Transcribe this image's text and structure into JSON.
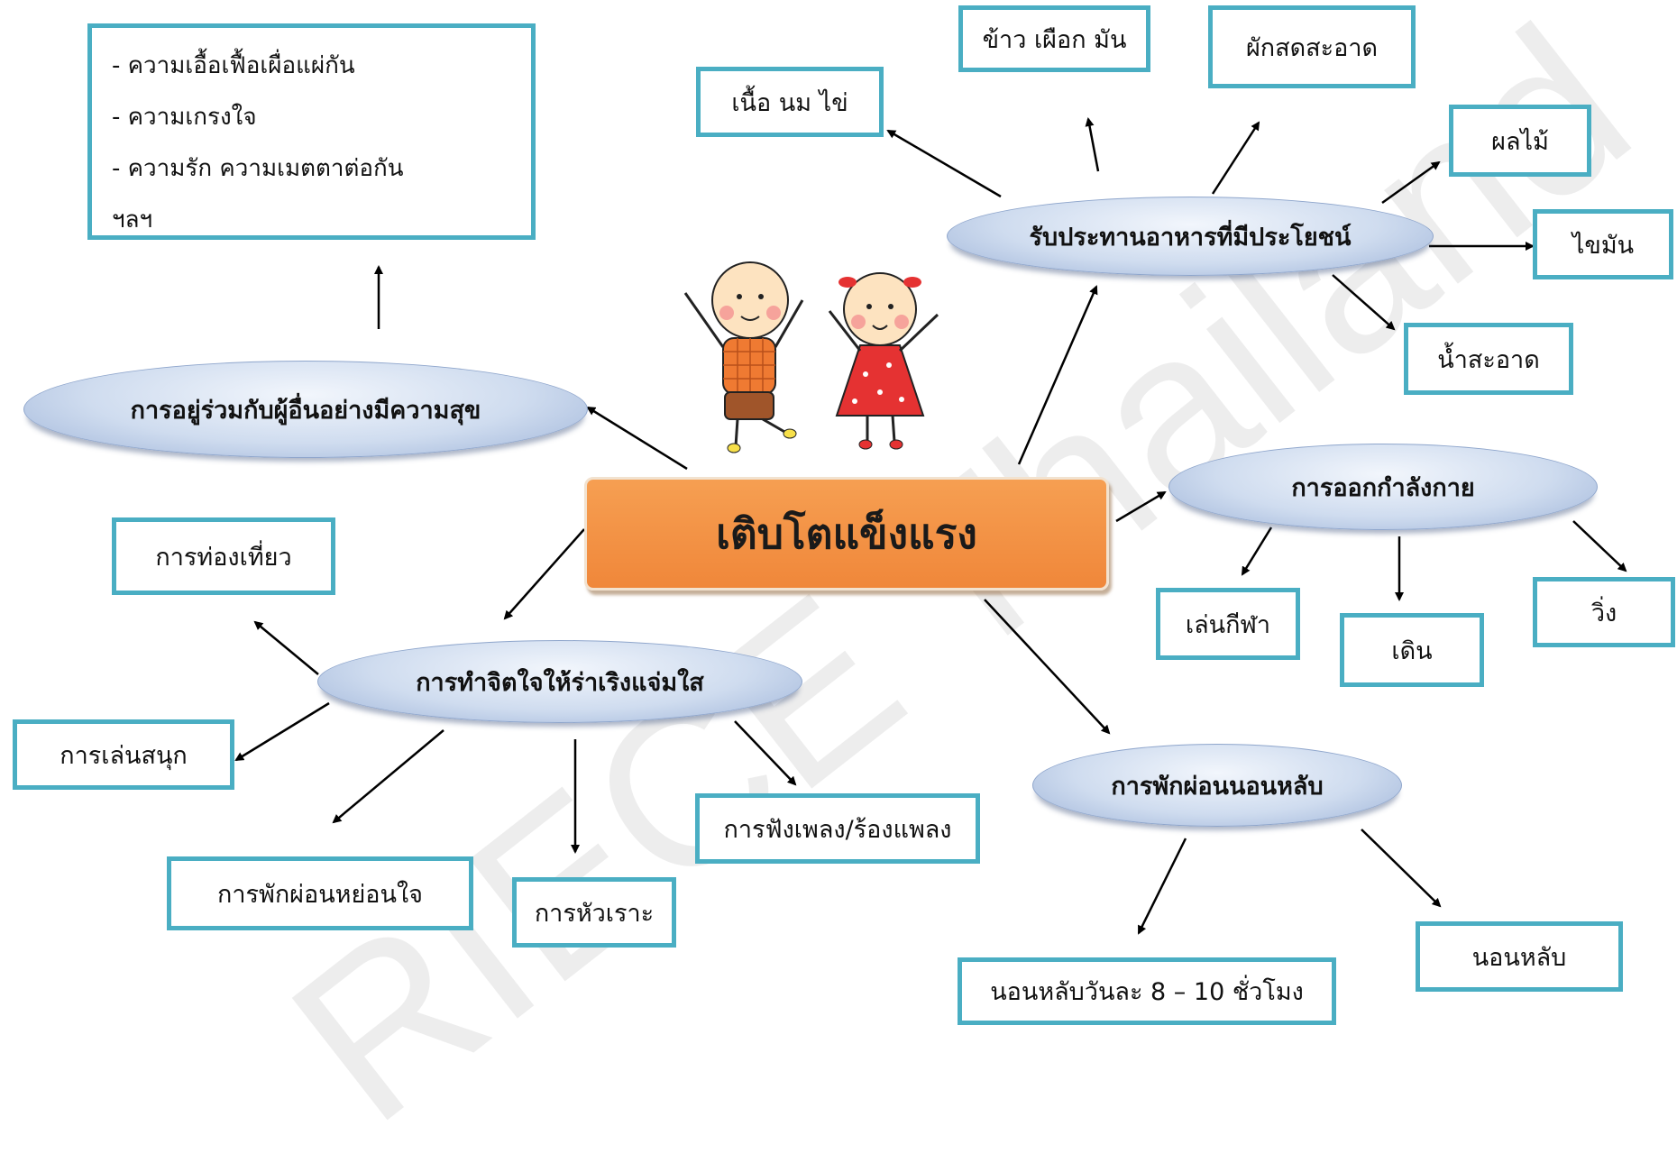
{
  "watermark": "RIECE Thailand",
  "center": "เติบโตแข็งแรง",
  "nodes": {
    "social": "การอยู่ร่วมกับผู้อื่นอย่างมีความสุข",
    "food": "รับประทานอาหารที่มีประโยชน์",
    "exercise": "การออกกำลังกาย",
    "mind": "การทำจิตใจให้ร่าเริงแจ่มใส",
    "sleep": "การพักผ่อนนอนหลับ"
  },
  "social_list": [
    "- ความเอื้อเฟื้อเผื่อแผ่กัน",
    "- ความเกรงใจ",
    "- ความรัก ความเมตตาต่อกัน",
    "ฯลฯ"
  ],
  "food_items": {
    "meat": "เนื้อ นม ไข่",
    "rice": "ข้าว เผือก มัน",
    "veg": "ผักสดสะอาด",
    "fruit": "ผลไม้",
    "fat": "ไขมัน",
    "water": "น้ำสะอาด"
  },
  "exercise_items": {
    "sport": "เล่นกีฬา",
    "walk": "เดิน",
    "run": "วิ่ง"
  },
  "mind_items": {
    "travel": "การท่องเที่ยว",
    "play": "การเล่นสนุก",
    "relax": "การพักผ่อนหย่อนใจ",
    "laugh": "การหัวเราะ",
    "music": "การฟังเพลง/ร้องแพลง"
  },
  "sleep_items": {
    "hours": "นอนหลับวันละ 8 – 10 ชั่วโมง",
    "sleep": "นอนหลับ"
  },
  "colors": {
    "box_border": "#4aaec3",
    "center_fill": "#f28e42",
    "oval_fill": "#cfdcef",
    "arrow": "#000000"
  }
}
